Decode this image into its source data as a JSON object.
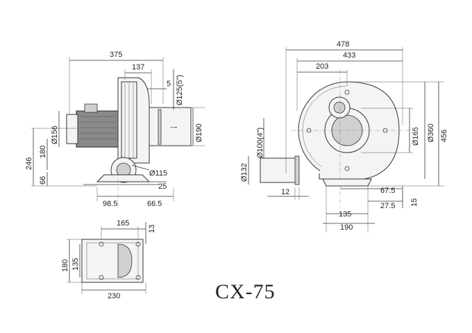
{
  "model": "CX-75",
  "side_view": {
    "overall_length": "375",
    "outlet_offset": "137",
    "flange_thickness": "5",
    "outlet_diameter": "Ø125(5\")",
    "outlet_flange_diameter": "Ø190",
    "motor_diameter": "Ø156",
    "height_total": "246",
    "height_center": "180",
    "base_height": "66",
    "inlet_diameter": "Ø115",
    "base_edge": "25",
    "base_left": "98.5",
    "base_right": "66.5"
  },
  "front_view": {
    "total_width": "478",
    "width_433": "433",
    "width_203": "203",
    "inlet_diameter": "Ø165",
    "casing_diameter": "Ø360",
    "total_height": "456",
    "outlet_pipe": "Ø100(4\")",
    "outlet_flange": "Ø132",
    "flange_gap": "12",
    "base_67_5": "67.5",
    "base_27_5": "27.5",
    "base_15": "15",
    "base_135": "135",
    "base_190": "190"
  },
  "top_view": {
    "width_165": "165",
    "bolt_13": "13",
    "depth_180": "180",
    "depth_135": "135",
    "width_230": "230"
  }
}
